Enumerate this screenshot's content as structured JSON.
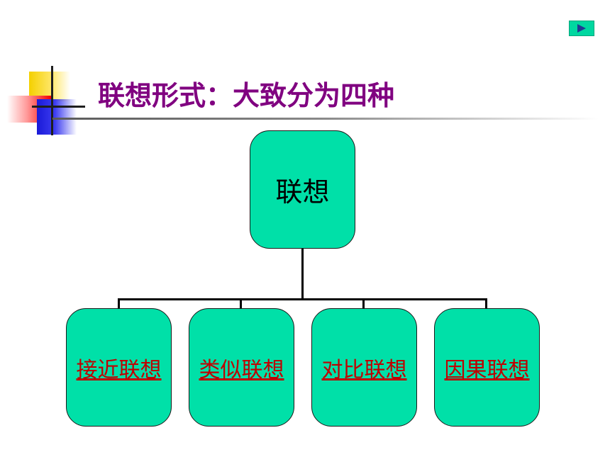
{
  "slide": {
    "title": "联想形式：大致分为四种",
    "next_button": {
      "icon": "play-triangle-icon",
      "accent": "#00d7a0"
    }
  },
  "diagram": {
    "root": {
      "label": "联想"
    },
    "children": [
      {
        "label": "接近联想"
      },
      {
        "label": "类似联想"
      },
      {
        "label": "对比联想"
      },
      {
        "label": "因果联想"
      }
    ]
  },
  "colors": {
    "node_fill": "#00e0a8",
    "title": "#800080",
    "link": "#c00000"
  }
}
